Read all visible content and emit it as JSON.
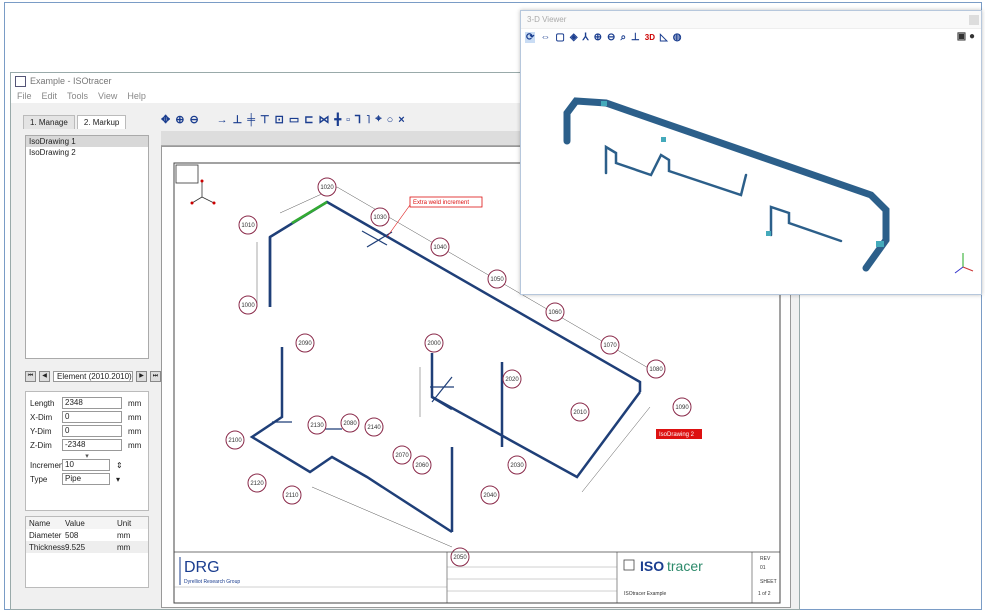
{
  "main_window": {
    "title": "Example - ISOtracer",
    "menu": [
      "File",
      "Edit",
      "Tools",
      "View",
      "Help"
    ],
    "tabs": [
      "1. Manage",
      "2. Markup"
    ],
    "active_tab": "2. Markup",
    "toolbar_icons": [
      "pan-icon",
      "zoom-in-icon",
      "zoom-out-icon",
      "line-icon",
      "valve-icon",
      "flange-icon",
      "support-icon",
      "weld-icon",
      "reducer-icon",
      "tee-icon",
      "elbow-icon",
      "bend-icon",
      "cap-icon",
      "delete-icon"
    ]
  },
  "drawings": {
    "items": [
      "IsoDrawing 1",
      "IsoDrawing 2"
    ],
    "selected": "IsoDrawing 1"
  },
  "navigator": {
    "label": "Element (2010.2010)",
    "first": "⏮",
    "prev": "◀",
    "next": "▶",
    "last": "⏭"
  },
  "properties": {
    "length": {
      "label": "Length",
      "value": "2348",
      "unit": "mm"
    },
    "xdim": {
      "label": "X-Dim",
      "value": "0",
      "unit": "mm"
    },
    "ydim": {
      "label": "Y-Dim",
      "value": "0",
      "unit": "mm"
    },
    "zdim": {
      "label": "Z-Dim",
      "value": "-2348",
      "unit": "mm"
    },
    "increment": {
      "label": "Increment",
      "value": "10"
    },
    "type": {
      "label": "Type",
      "value": "Pipe"
    }
  },
  "attributes": {
    "headers": [
      "Name",
      "Value",
      "Unit"
    ],
    "rows": [
      [
        "Diameter",
        "508",
        "mm"
      ],
      [
        "Thickness",
        "9.525",
        "mm"
      ]
    ]
  },
  "drawing": {
    "nodes": [
      "1020",
      "1030",
      "1040",
      "1050",
      "1060",
      "1070",
      "1010",
      "1000",
      "1080",
      "1090",
      "2000",
      "2010",
      "2020",
      "2030",
      "2040",
      "2050",
      "2060",
      "2070",
      "2080",
      "2090",
      "2100",
      "2110",
      "2120",
      "2130",
      "2140"
    ],
    "annotation_1": "Extra weld increment",
    "annotation_2": "IsoDrawing 2",
    "title_block": {
      "logo": "DRG",
      "company": "Dyrelliot Research Group",
      "product_iso": "ISO",
      "product_tracer": "tracer",
      "example": "ISOtracer Example",
      "rev_label": "REV",
      "rev": "01",
      "sheet_label": "SHEET",
      "sheet": "1 of 2"
    }
  },
  "viewer": {
    "title": "3-D Viewer",
    "toolbar_icons": [
      "rotate-icon",
      "pan-icon",
      "fit-icon",
      "target-icon",
      "axes-icon",
      "zoom-in-icon",
      "zoom-out-icon",
      "zoom-fit-icon",
      "dimension-icon",
      "3d-icon",
      "measure-icon",
      "globe-icon"
    ],
    "toolbar_glyphs": [
      "⟳",
      "⇔",
      "▢",
      "◈",
      "⅄",
      "⊕",
      "⊖",
      "⌕",
      "⊥",
      "3D",
      "◺",
      "◍"
    ],
    "right_icons": [
      "camera-icon",
      "settings-icon"
    ],
    "right_glyphs": [
      "📷",
      "●"
    ]
  },
  "colors": {
    "pipe": "#1f3f78",
    "pipe3d": "#2c5f8a",
    "accent": "#1a3d8f",
    "highlight_red": "#d11"
  }
}
